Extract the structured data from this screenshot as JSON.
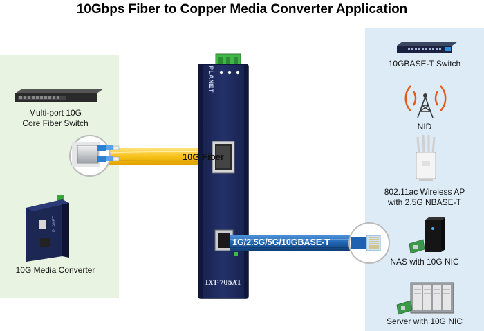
{
  "title": "10Gbps Fiber to Copper Media Converter Application",
  "left_devices": {
    "core_switch": "Multi-port 10G\nCore Fiber Switch",
    "media_converter": "10G Media Converter"
  },
  "right_devices": {
    "switch": "10GBASE-T Switch",
    "nid": "NID",
    "wireless_ap": "802.11ac Wireless AP\nwith 2.5G NBASE-T",
    "nas": "NAS with 10G NIC",
    "server": "Server with 10G NIC"
  },
  "converter": {
    "brand": "PLANET",
    "model": "IXT-705AT"
  },
  "links": {
    "fiber": "10G Fiber",
    "copper": "1G/2.5G/5G/10GBASE-T"
  },
  "colors": {
    "converter_body": "#1e2a5a",
    "fiber_cable": "#f7c21a",
    "copper_cable": "#1f63b0",
    "left_panel": "#e8f3e2",
    "right_panel": "#dcebf6"
  }
}
